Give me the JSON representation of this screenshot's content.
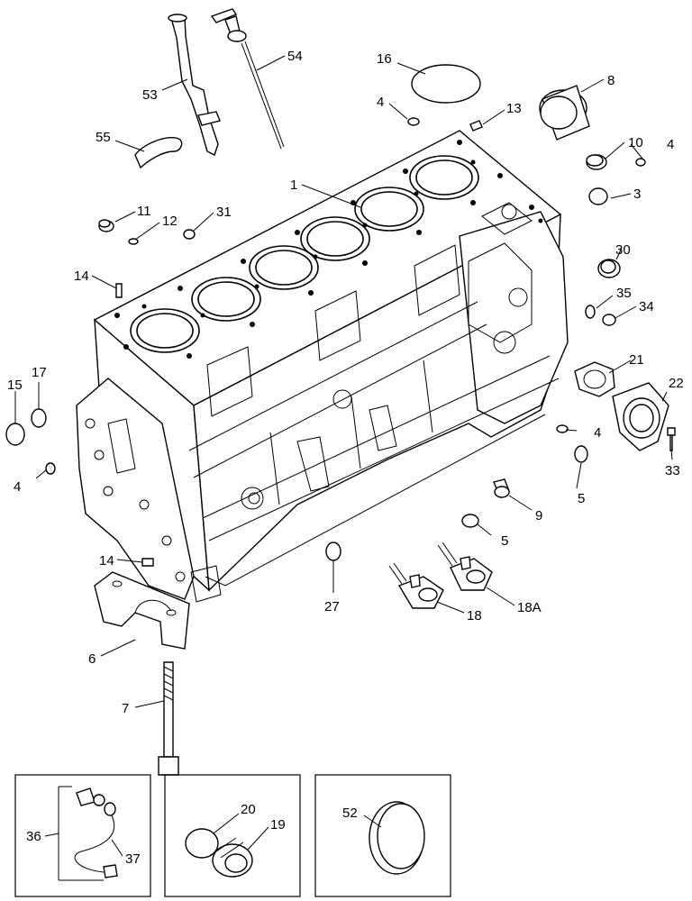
{
  "callouts": [
    {
      "id": "c1",
      "text": "1"
    },
    {
      "id": "c3",
      "text": "3"
    },
    {
      "id": "c4a",
      "text": "4"
    },
    {
      "id": "c4b",
      "text": "4"
    },
    {
      "id": "c4c",
      "text": "4"
    },
    {
      "id": "c4d",
      "text": "4"
    },
    {
      "id": "c5a",
      "text": "5"
    },
    {
      "id": "c5b",
      "text": "5"
    },
    {
      "id": "c6",
      "text": "6"
    },
    {
      "id": "c7",
      "text": "7"
    },
    {
      "id": "c8",
      "text": "8"
    },
    {
      "id": "c9",
      "text": "9"
    },
    {
      "id": "c10",
      "text": "10"
    },
    {
      "id": "c11",
      "text": "11"
    },
    {
      "id": "c12",
      "text": "12"
    },
    {
      "id": "c13",
      "text": "13"
    },
    {
      "id": "c14a",
      "text": "14"
    },
    {
      "id": "c14b",
      "text": "14"
    },
    {
      "id": "c15",
      "text": "15"
    },
    {
      "id": "c16",
      "text": "16"
    },
    {
      "id": "c17",
      "text": "17"
    },
    {
      "id": "c18",
      "text": "18"
    },
    {
      "id": "c18A",
      "text": "18A"
    },
    {
      "id": "c19",
      "text": "19"
    },
    {
      "id": "c20",
      "text": "20"
    },
    {
      "id": "c21",
      "text": "21"
    },
    {
      "id": "c22",
      "text": "22"
    },
    {
      "id": "c27",
      "text": "27"
    },
    {
      "id": "c30",
      "text": "30"
    },
    {
      "id": "c31",
      "text": "31"
    },
    {
      "id": "c33",
      "text": "33"
    },
    {
      "id": "c34",
      "text": "34"
    },
    {
      "id": "c35",
      "text": "35"
    },
    {
      "id": "c36",
      "text": "36"
    },
    {
      "id": "c37",
      "text": "37"
    },
    {
      "id": "c52",
      "text": "52"
    },
    {
      "id": "c53",
      "text": "53"
    },
    {
      "id": "c54",
      "text": "54"
    },
    {
      "id": "c55",
      "text": "55"
    }
  ],
  "colors": {
    "ink": "#000000",
    "paper": "#ffffff"
  }
}
